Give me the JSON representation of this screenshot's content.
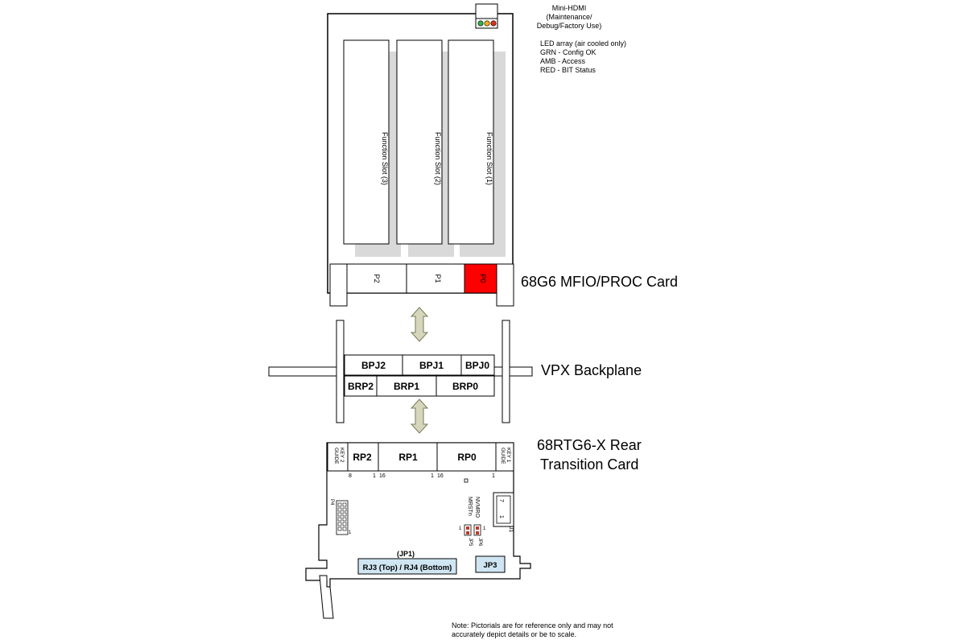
{
  "colors": {
    "led_green": "#2fb34a",
    "led_amber": "#f2b21b",
    "led_red": "#e0301e",
    "p0_highlight": "#ff0000",
    "slot_shadow": "#d9d9d9",
    "arrow_fill": "#d6d6bc",
    "arrow_stroke": "#7a7a5a",
    "jack_fill": "#cfe6f2",
    "jumper_red": "#c0392b"
  },
  "labels": {
    "mini_hdmi": [
      "Mini-HDMI",
      "(Maintenance/",
      "Debug/Factory Use)"
    ],
    "led_notes": [
      "LED array (air cooled only)",
      "GRN - Config OK",
      "AMB - Access",
      "RED - BIT Status"
    ],
    "slots": [
      "Function Slot (3)",
      "Function Slot (2)",
      "Function Slot (1)"
    ],
    "card_connectors": [
      "P2",
      "P1",
      "P0"
    ],
    "card_title": "68G6 MFIO/PROC Card",
    "backplane_top": [
      "BPJ2",
      "BPJ1",
      "BPJ0"
    ],
    "backplane_bottom": [
      "BRP2",
      "BRP1",
      "BRP0"
    ],
    "backplane_title": "VPX Backplane",
    "rtm_connectors": [
      "RP2",
      "RP1",
      "RP0"
    ],
    "guide_key_left": [
      "GUIDE",
      "KEY 2"
    ],
    "guide_key_right": [
      "GUIDE",
      "KEY 1"
    ],
    "pin_labels": [
      "8",
      "1",
      "16",
      "1",
      "16",
      "1"
    ],
    "rtm_title": [
      "68RTG6-X Rear",
      "Transition Card"
    ],
    "jp1_label": "(JP1)",
    "rj_label": "RJ3 (Top) / RJ4 (Bottom)",
    "jp3_label": "JP3",
    "nvmro": "NVMRO",
    "mrst": "MRSTn",
    "jp6": "JP6",
    "jp5": "JP5",
    "jumper_pin_1a": "1",
    "jumper_pin_1b": "1",
    "j1": "J1",
    "j1_pin_7": "7",
    "j1_pin_1": "1",
    "p4": "P4",
    "p4_pin_1": "1",
    "note": [
      "Note: Pictorials are for reference only and may not",
      "accurately depict details or be to scale."
    ]
  }
}
